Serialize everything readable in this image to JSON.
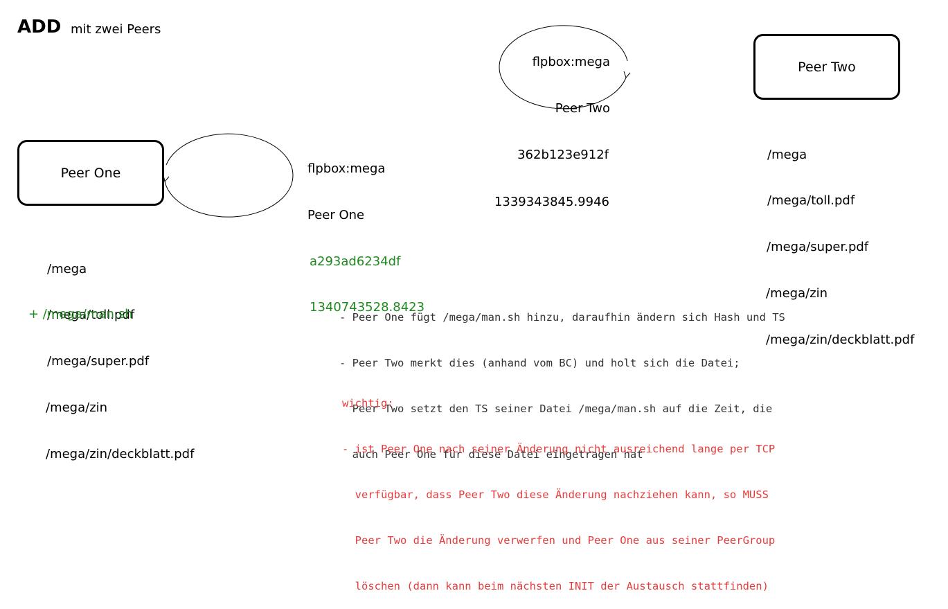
{
  "header": {
    "title": "ADD",
    "subtitle": "mit zwei Peers"
  },
  "peer_one": {
    "box_label": "Peer One",
    "info": {
      "repo": "flpbox:mega",
      "name": "Peer One",
      "hash": "a293ad6234df",
      "timestamp": "1340743528.8423"
    },
    "files": [
      "/mega",
      "/mega/toll.pdf",
      "/mega/super.pdf",
      "/mega/zin",
      "/mega/zin/deckblatt.pdf"
    ],
    "added_file": "+ /mega/man.sh"
  },
  "peer_two": {
    "box_label": "Peer Two",
    "info": {
      "repo": "flpbox:mega",
      "name": "Peer Two",
      "hash": "362b123e912f",
      "timestamp": "1339343845.9946"
    },
    "files": [
      "/mega",
      "/mega/toll.pdf",
      "/mega/super.pdf",
      "/mega/zin",
      "/mega/zin/deckblatt.pdf"
    ]
  },
  "notes": [
    "- Peer One fügt /mega/man.sh hinzu, daraufhin ändern sich Hash und TS",
    "- Peer Two merkt dies (anhand vom BC) und holt sich die Datei;",
    "  Peer Two setzt den TS seiner Datei /mega/man.sh auf die Zeit, die",
    "  auch Peer One für diese Datei eingetragen hat"
  ],
  "important": [
    "wichtig:",
    "- ist Peer One nach seiner Änderung nicht ausreichend lange per TCP",
    "  verfügbar, dass Peer Two diese Änderung nachziehen kann, so MUSS",
    "  Peer Two die Änderung verwerfen und Peer One aus seiner PeerGroup",
    "  löschen (dann kann beim nächsten INIT der Austausch stattfinden)"
  ],
  "colors": {
    "added": "#1f8a1f",
    "important": "#e83b3b",
    "notes": "#333333"
  }
}
